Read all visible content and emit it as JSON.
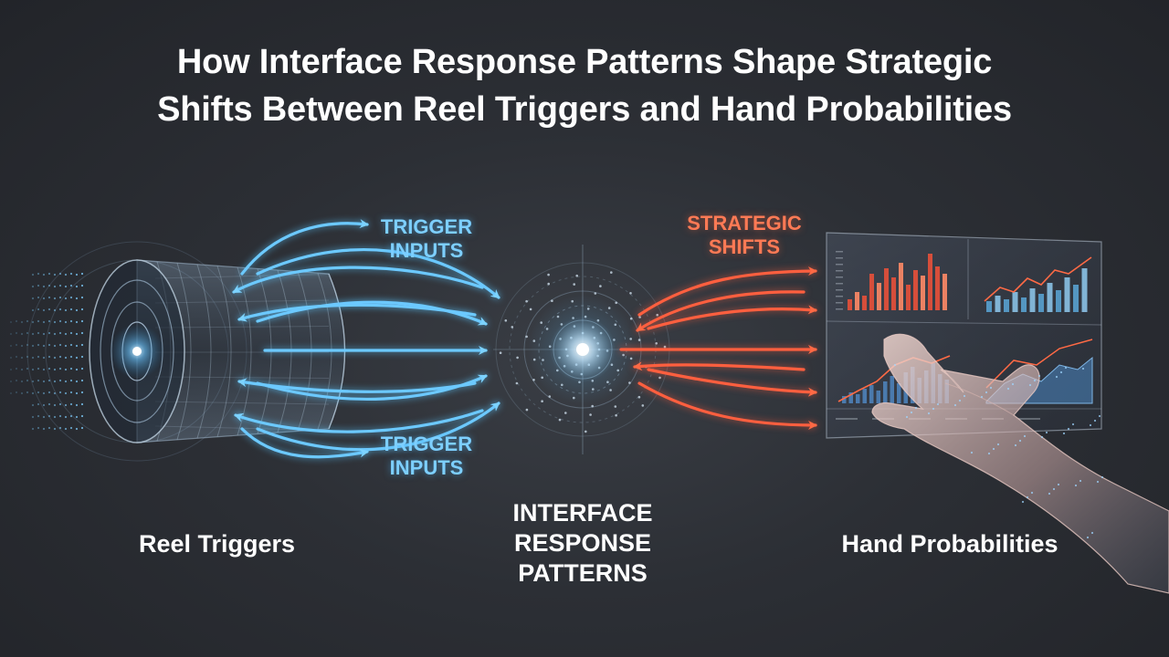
{
  "title": {
    "line1": "How Interface Response Patterns Shape Strategic",
    "line2": "Shifts Between Reel Triggers and Hand Probabilities"
  },
  "labels": {
    "trigger_inputs_top": [
      "TRIGGER",
      "INPUTS"
    ],
    "trigger_inputs_bottom": [
      "TRIGGER",
      "INPUTS"
    ],
    "strategic_shifts": [
      "STRATEGIC",
      "SHIFTS"
    ],
    "reel_triggers": "Reel Triggers",
    "interface_response_patterns": [
      "INTERFACE",
      "RESPONSE",
      "PATTERNS"
    ],
    "hand_probabilities": "Hand Probabilities"
  },
  "colors": {
    "blue": "#5cc8ff",
    "red": "#ff5a3c",
    "white": "#ffffff",
    "background": "#2c2f35"
  }
}
